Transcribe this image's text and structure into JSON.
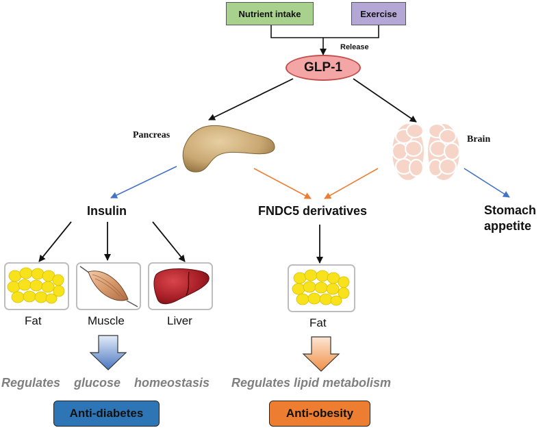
{
  "inputs": {
    "nutrient": "Nutrient intake",
    "exercise": "Exercise"
  },
  "release_label": "Release",
  "hormone": "GLP-1",
  "organs": {
    "pancreas": "Pancreas",
    "brain": "Brain"
  },
  "mediators": {
    "insulin": "Insulin",
    "fndc5": "FNDC5 derivatives",
    "stomach_line1": "Stomach",
    "stomach_line2": "appetite"
  },
  "tissues": {
    "fat": "Fat",
    "muscle": "Muscle",
    "liver": "Liver",
    "fat2": "Fat"
  },
  "effects": {
    "glucose_words": [
      "Regulates",
      "glucose",
      "homeostasis"
    ],
    "lipid": "Regulates lipid metabolism"
  },
  "outcomes": {
    "diabetes": "Anti-diabetes",
    "obesity": "Anti-obesity"
  },
  "colors": {
    "nutrient_fill": "#a9d18e",
    "exercise_fill": "#b4a7d6",
    "glp1_fill": "#f4a6a6",
    "glp1_stroke": "#c0504d",
    "blue_arrow": "#4472c4",
    "orange_arrow": "#ed7d31",
    "diabetes_fill": "#2e75b6",
    "obesity_fill": "#ed7d31",
    "grey_text": "#7f7f7f"
  }
}
